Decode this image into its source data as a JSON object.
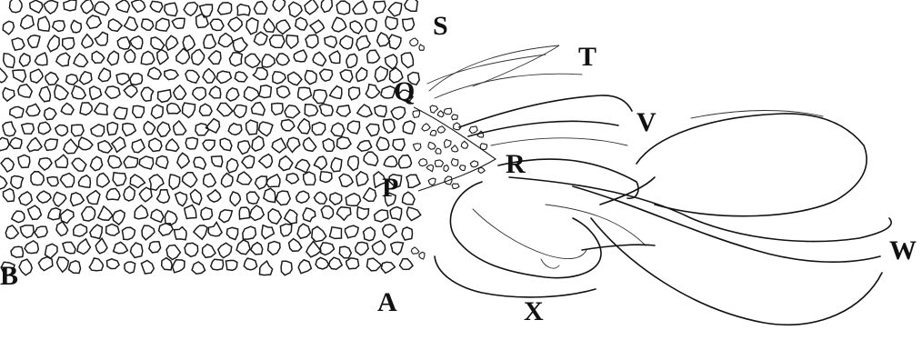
{
  "figure": {
    "labels": {
      "s": "S",
      "t": "T",
      "q": "Q",
      "v": "V",
      "r": "R",
      "p": "P",
      "w": "W",
      "b": "B",
      "a": "A",
      "x": "X"
    }
  }
}
